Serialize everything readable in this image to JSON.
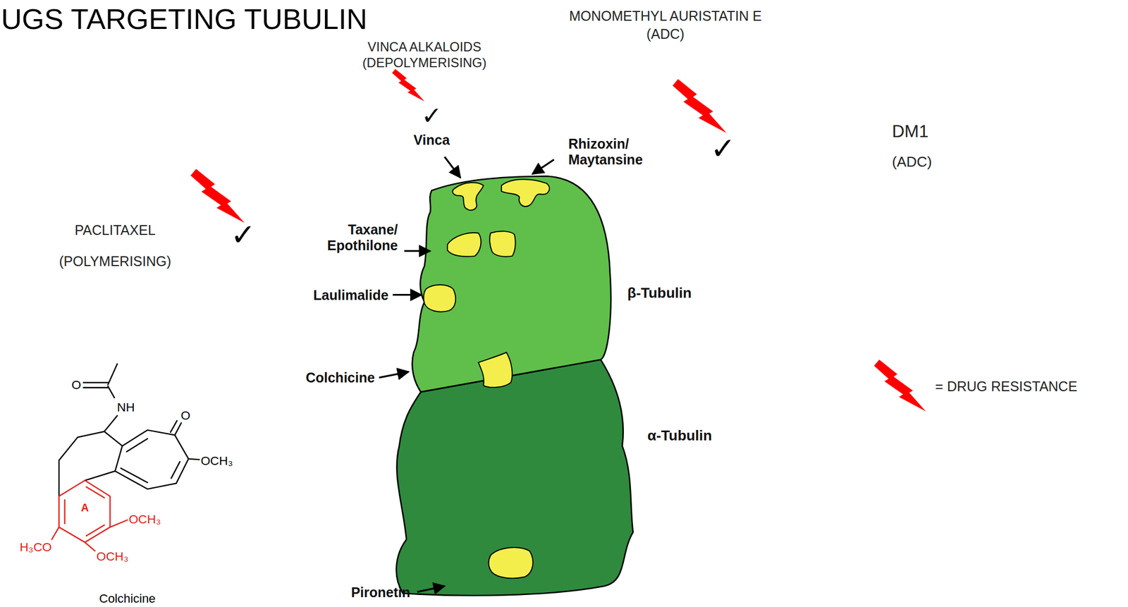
{
  "diagram": {
    "title": "UGS TARGETING TUBULIN",
    "labels": [
      "VINCA ALKALOIDS",
      "(DEPOLYMERISING)",
      "MONOMETHYL AURISTATIN E",
      "(ADC)",
      "DM1",
      "(ADC)",
      "PACLITAXEL",
      "(POLYMERISING)",
      "✓",
      "✓",
      "✓",
      "Vinca",
      "Rhizoxin/ Maytansine",
      "Taxane/ Epothilone",
      "Laulimalide",
      "Colchicine",
      "β-Tubulin",
      "α-Tubulin",
      "Pironetin",
      "O",
      "NH",
      "O",
      "OCH₃",
      "A",
      "OCH₃",
      "H₃CO",
      "OCH₃",
      "Colchicine"
    ],
    "legend": [
      {
        "text": "= DRUG RESISTANCE"
      }
    ]
  }
}
